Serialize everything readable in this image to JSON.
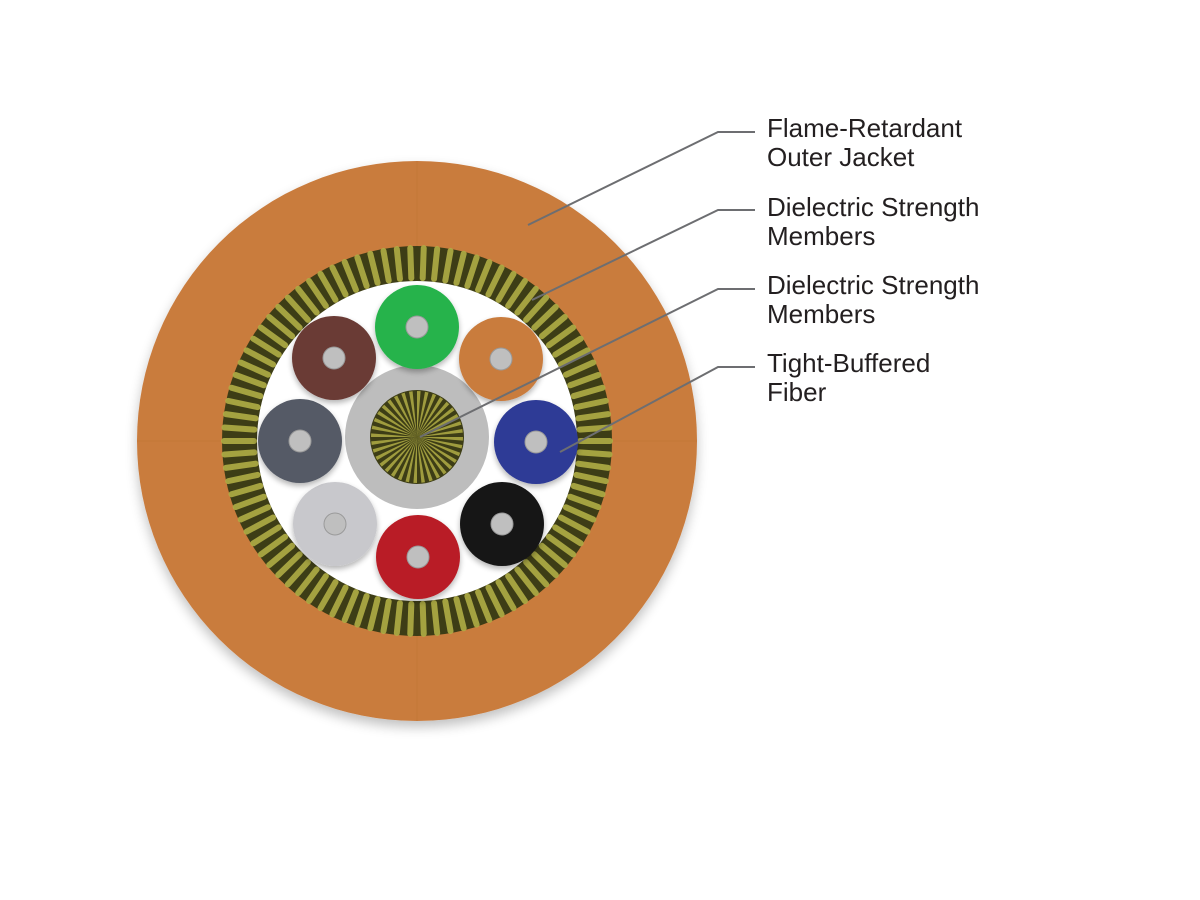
{
  "diagram": {
    "labels": [
      {
        "line1": "Flame-Retardant",
        "line2": "Outer Jacket"
      },
      {
        "line1": "Dielectric Strength",
        "line2": "Members"
      },
      {
        "line1": "Dielectric Strength",
        "line2": "Members"
      },
      {
        "line1": "Tight-Buffered",
        "line2": "Fiber"
      }
    ],
    "colors": {
      "jacket": "#c97b3e",
      "strength_yarn_dark": "#3d3d16",
      "strength_yarn_light": "#b0ad45",
      "fill": "#ffffff",
      "center_buffer": "#bdbdbd",
      "fiber_core": "#bfbfbf",
      "leader_line": "#6d6e71",
      "fibers": [
        "#25b34b",
        "#c97b3e",
        "#2d3a96",
        "#141414",
        "#b91e25",
        "#c8c8cc",
        "#545a66",
        "#6a3a35"
      ]
    }
  }
}
